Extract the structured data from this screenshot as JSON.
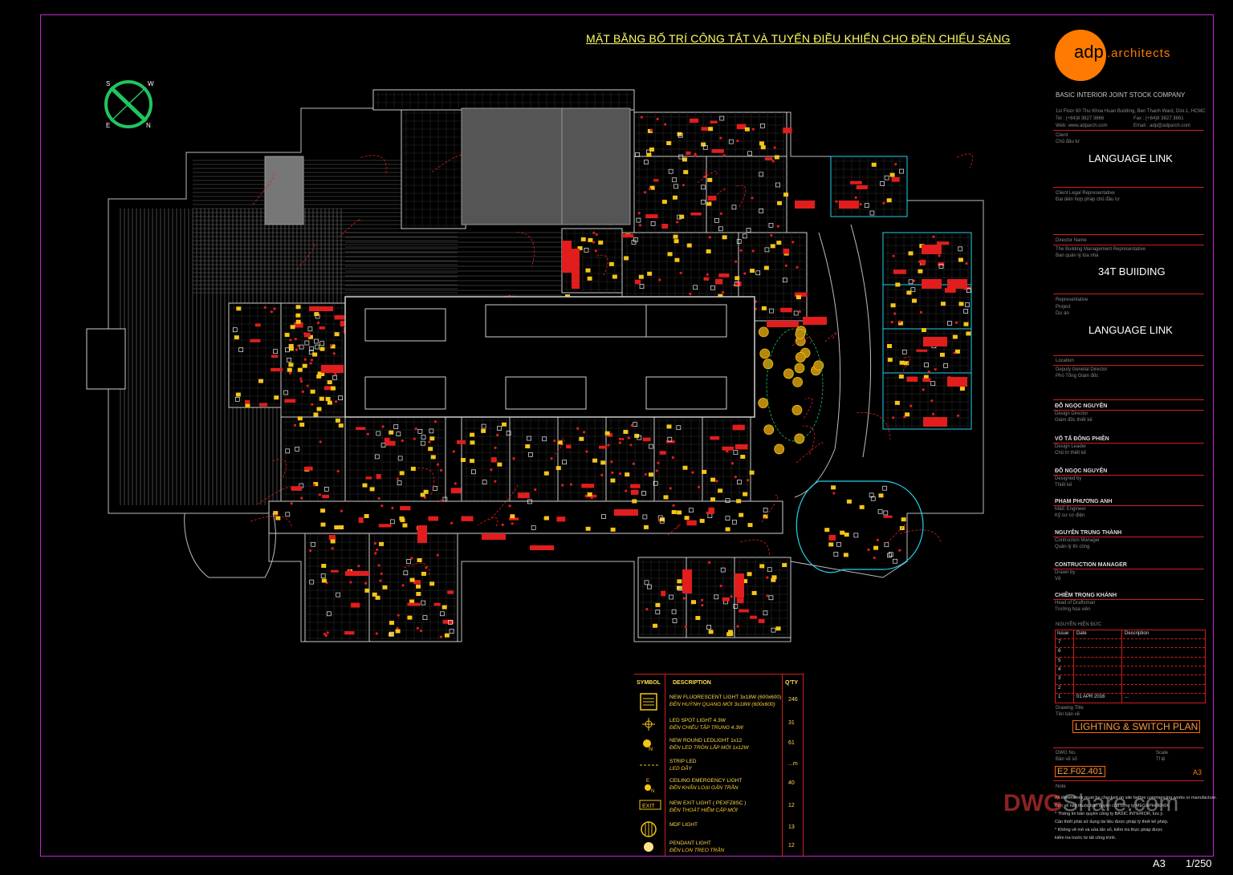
{
  "drawing_title": "MẶT BẰNG BỐ TRÍ CÔNG TẮT VÀ TUYẾN ĐIỀU KHIỂN CHO ĐÈN CHIẾU SÁNG",
  "compass": {
    "letters": [
      "S",
      "W",
      "N",
      "E"
    ],
    "color": "#22c55e"
  },
  "logo": {
    "mark": "adp",
    "suffix": ".architects",
    "circle_color": "#ff7a00"
  },
  "company": {
    "name": "BASIC INTERIOR JOINT STOCK COMPANY",
    "address": "1st Floor 60 Thu Khoa Huan Building, Ben Thanh Ward, Dist.1, HCMC",
    "tel": "Tel : (+84)8 3827 3666",
    "fax": "Fax : (+84)8 3827 3661",
    "web": "Web: www.adparch.com",
    "email": "Email : adp@adparch.com"
  },
  "title_block": {
    "client_label": "Client",
    "client_label_vn": "Chủ đầu tư",
    "client": "LANGUAGE LINK",
    "client_rep_label": "Client Legal Representative",
    "client_rep_label_vn": "Đại diện hợp pháp chủ đầu tư",
    "director_label": "Director Name",
    "building_label": "The Building Management Representative",
    "building_label_vn": "Ban quản lý tòa nhà",
    "building": "34T BUIIDING",
    "representative_label": "Representative",
    "project_label": "Project",
    "project_label_vn": "Dự án",
    "project": "LANGUAGE LINK",
    "location_label": "Location",
    "deputy_label": "Deputy Genetal Director",
    "deputy_label_vn": "Phó Tổng Giám đốc",
    "people": [
      {
        "name": "ĐỖ NGỌC NGUYÊN",
        "role": "Design Director",
        "role_vn": "Giám đốc thiết kế"
      },
      {
        "name": "VÕ TẤ ĐÔNG PHIÊN",
        "role": "Design Leader",
        "role_vn": "Chủ trì thiết kế"
      },
      {
        "name": "ĐỖ NGỌC NGUYÊN",
        "role": "Designed by",
        "role_vn": "Thiết kế"
      },
      {
        "name": "PHẠM PHƯƠNG ANH",
        "role": "M&E Engineer",
        "role_vn": "Kỹ sư cơ điện"
      },
      {
        "name": "NGUYỄN TRUNG THÀNH",
        "role": "Contruction Manager",
        "role_vn": "Quản lý thi công"
      },
      {
        "name": "CONTRUCTION MANAGER",
        "role": "Drawn by",
        "role_vn": "Vẽ"
      },
      {
        "name": "CHIÊM TRỌNG KHÁNH",
        "role": "Head of Draftsman",
        "role_vn": "Trưởng họa viên"
      }
    ],
    "revision_label": "NGUYÊN HIỆN ĐỨC",
    "revision_headers": [
      "Issue",
      "Date",
      "Description"
    ],
    "revisions": [
      "7",
      "6",
      "5",
      "4",
      "3",
      "2",
      "1"
    ],
    "rev1_date": "01 APR 2016",
    "rev1_desc": "...",
    "drawing_title_label": "Drawing Title",
    "drawing_title_label_vn": "Tên bản vẽ",
    "drawing_title_value": "LIGHTING & SWITCH PLAN",
    "dwg_no_label": "DWG No.",
    "dwg_no_label_vn": "Bản vẽ số",
    "scale_label": "Scale",
    "scale_label_vn": "Tỉ lệ",
    "dwg_no": "E2.F02.401",
    "sheet": "A3",
    "notes_label": "Note",
    "notes": [
      "All dimensions must be checked on site before commencing works or manufacture.",
      "Bản vẽ này thuộc bản quyền của công ty MEGAPHOENIX.",
      "* Thông tin bản quyền công ty BASIC INTERIOR, lưu ý.",
      "Cần thiết phải sử dụng tài liệu được pháp lý thiết kế phép.",
      "* Không vẽ mô và sửa lấn số, kiểm tra thực pháp được",
      "kiểm tra trước từ tất công trình."
    ]
  },
  "legend": {
    "headers": {
      "symbol": "SYMBOL",
      "description": "DESCRIPTION",
      "qty": "Q'TY"
    },
    "items": [
      {
        "icon": "fluorescent-light-icon",
        "en": "NEW FLUORESCENT LIGHT 3x18W (600x600)",
        "vn": "ĐÈN HUỲNH QUANG MỚI 3x18W (600x600)",
        "qty": "246"
      },
      {
        "icon": "led-spot-light-icon",
        "en": "LED SPOT LIGHT 4.3W",
        "vn": "ĐÈN CHIẾU TẬP TRUNG 4.3W",
        "qty": "31"
      },
      {
        "icon": "round-led-light-icon",
        "en": "NEW ROUND LEDLIGHT 1x12",
        "vn": "ĐÈN LED TRÒN LẮP MỚI 1x12W",
        "qty": "61"
      },
      {
        "icon": "strip-led-icon",
        "en": "STRIP LED",
        "vn": "LED DÂY",
        "qty": "...m"
      },
      {
        "icon": "emergency-light-icon",
        "en": "CEILING EMERGENCY LIGHT",
        "vn": "ĐÈN KHẨN LOẠI GẮN TRẦN",
        "qty": "40"
      },
      {
        "icon": "exit-light-icon",
        "en": "NEW EXIT LIGHT ( PEXFZ8SC )",
        "vn": "ĐÈN THOÁT HIỂM CẤP MỚI",
        "qty": "12",
        "label": "EXIT"
      },
      {
        "icon": "mdf-light-icon",
        "en": "MDF LIGHT",
        "vn": "",
        "qty": "13"
      },
      {
        "icon": "pendant-light-icon",
        "en": "PENDANT LIGHT",
        "vn": "ĐÈN LON TREO TRẦN",
        "qty": "12"
      }
    ]
  },
  "watermark": {
    "part1": "DWG",
    "part2": "Share.com"
  },
  "footer": {
    "paper": "A3",
    "scale": "1/250"
  },
  "colors": {
    "frame": "#c026d3",
    "fixture_red": "#e11d1d",
    "fixture_yellow": "#f5c518",
    "wall": "#cfcfcf",
    "cyan": "#22d3ee"
  }
}
